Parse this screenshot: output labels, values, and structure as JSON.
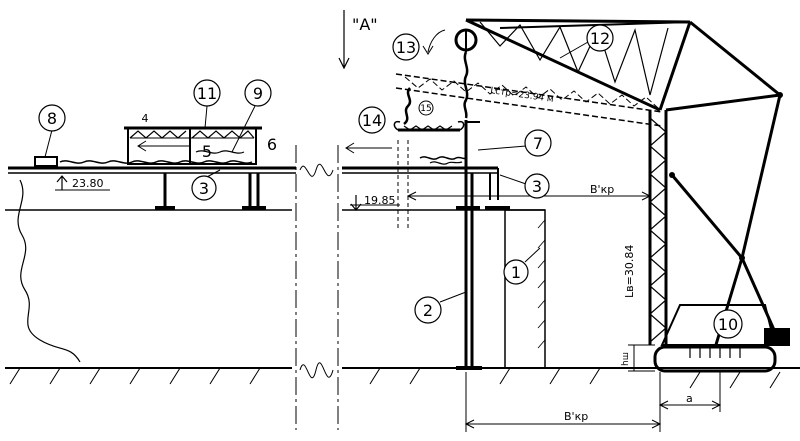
{
  "view_label": "\"A\"",
  "elevations": {
    "ground_level": "23.80",
    "pit_level": "19.85"
  },
  "dims": {
    "b_kr_top": "B'кр",
    "b_kr_bottom": "B'кр",
    "a_dim": "a",
    "hw_dim": "hш",
    "boom_len": "Lв=30.84",
    "boom_len_dashed": "Lстр=23.94 м"
  },
  "callouts": {
    "c1": "1",
    "c2": "2",
    "c3a": "3",
    "c3b": "3",
    "c4": "4",
    "c5": "5",
    "c6": "6",
    "c7": "7",
    "c8": "8",
    "c9": "9",
    "c10": "10",
    "c11": "11",
    "c12": "12",
    "c13": "13",
    "c14": "14",
    "c15": "15"
  }
}
